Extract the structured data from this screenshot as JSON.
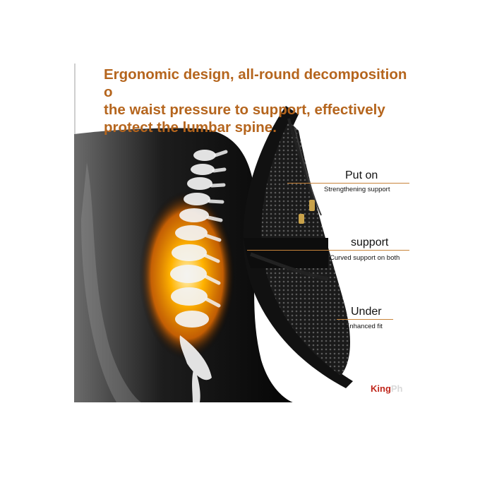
{
  "headline": "Ergonomic design, all-round decomposition o\nthe waist pressure to support, effectively\nprotect the lumbar spine.",
  "callouts": [
    {
      "title": "Put on",
      "subtitle": "Strengthening support"
    },
    {
      "title": "support",
      "subtitle": "Curved support on both"
    },
    {
      "title": "Under",
      "subtitle": "Enhanced fit"
    }
  ],
  "brand": {
    "part1": "King",
    "part2": "Ph"
  },
  "colors": {
    "headline": "#b5651d",
    "glow": "#ff9a00",
    "brand": "#c0271c",
    "line": "#c8843a"
  }
}
